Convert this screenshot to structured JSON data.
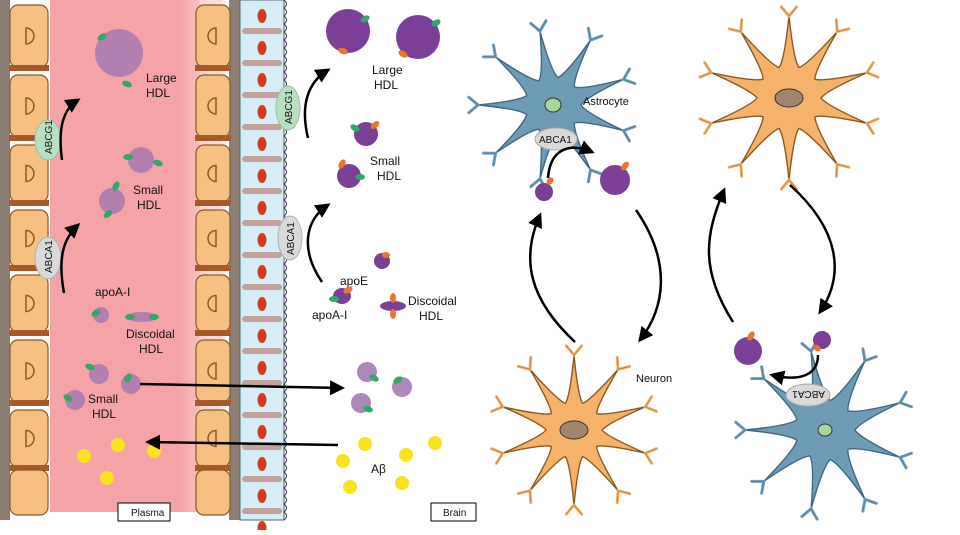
{
  "colors": {
    "plasma": "#f4a3a6",
    "plasma_edge": "#f9d2d4",
    "endothelial": "#f6c083",
    "endothelial_stroke": "#8a5a22",
    "junction": "#a8592b",
    "brain_cell": "#d6ecf6",
    "brain_junction": "#c3a29c",
    "nucleus": "#d33a1e",
    "astrocyte": "#6e9bb6",
    "astrocyte_stroke": "#3f6a85",
    "neuron": "#f6b26b",
    "neuron_stroke": "#8a5a22",
    "lipoprotein": "#7b3f98",
    "lipoprotein_light": "#a47ab3",
    "apoe": "#e8762d",
    "apoa1": "#2fa86a",
    "abeta": "#f7e41e",
    "abcg1": "#b7e0c2",
    "abca1": "#d9d9d9"
  },
  "labels": {
    "plasma_large_hdl": [
      "Large",
      "HDL"
    ],
    "plasma_small_hdl": [
      "Small",
      "HDL"
    ],
    "plasma_apoa1": "apoA-I",
    "plasma_discoidal": [
      "Discoidal",
      "HDL"
    ],
    "plasma_small_hdl_2": [
      "Small",
      "HDL"
    ],
    "brain_large_hdl": [
      "Large",
      "HDL"
    ],
    "brain_small_hdl": [
      "Small",
      "HDL"
    ],
    "brain_apoe": "apoE",
    "brain_apoa1": "apoA-I",
    "brain_discoidal": [
      "Discoidal",
      "HDL"
    ],
    "abeta": "Aβ",
    "astrocyte": "Astrocyte",
    "neuron": "Neuron",
    "abcg1_left": "ABCG1",
    "abca1_left": "ABCA1",
    "abcg1_mid": "ABCG1",
    "abca1_mid": "ABCA1",
    "abca1_astro": "ABCA1",
    "abca1_astro2": "ABCA1"
  },
  "footer": {
    "plasma": "Plasma",
    "brain": "Brain"
  }
}
